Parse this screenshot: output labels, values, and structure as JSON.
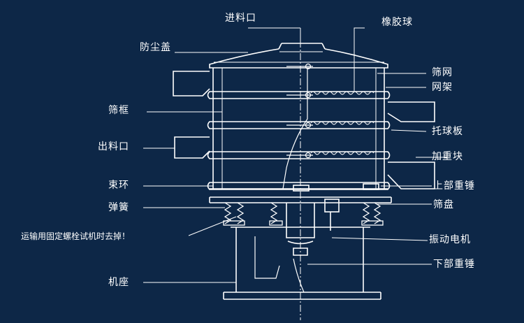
{
  "labels": {
    "inlet": "进料口",
    "dust_cover": "防尘盖",
    "rubber_ball": "橡胶球",
    "screen_mesh": "筛网",
    "mesh_frame": "网架",
    "screen_frame": "筛框",
    "ball_tray": "托球板",
    "outlet": "出料口",
    "weight_block": "加重块",
    "clamp_ring": "束环",
    "upper_weight": "上部重锤",
    "spring": "弹簧",
    "screen_plate": "筛盘",
    "transport_note": "运输用固定螺栓试机时去掉！",
    "vibration_motor": "振动电机",
    "lower_weight": "下部重锤",
    "base": "机座"
  },
  "colors": {
    "background": "#0d2747",
    "line": "#ffffff"
  }
}
